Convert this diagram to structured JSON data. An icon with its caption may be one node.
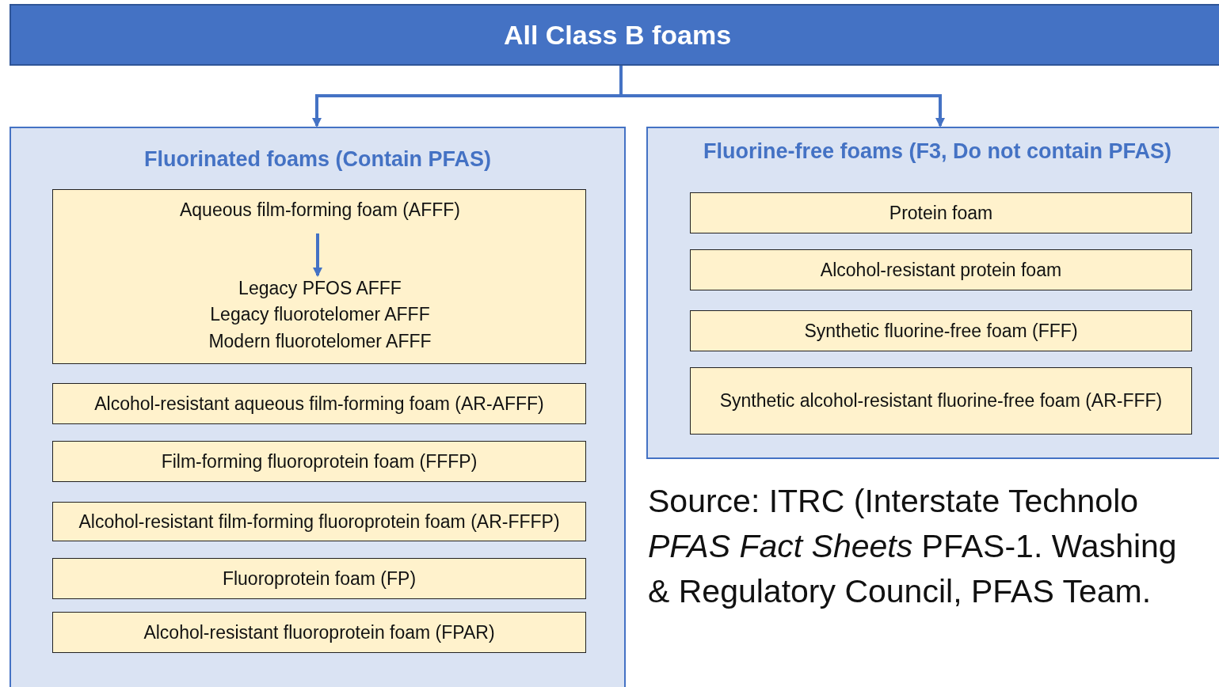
{
  "diagram": {
    "nodes": [
      {
        "text": [
          "All Class B foams"
        ]
      },
      {
        "text": [
          "Fluorinated foams (Contain PFAS)"
        ]
      },
      {
        "text": [],
        "shape": "box",
        "in": 1
      },
      {
        "text": [
          "Aqueous film-forming foam (AFFF)"
        ],
        "in": 2
      },
      {
        "text": [
          "Legacy PFOS AFFF",
          "Legacy fluorotelomer AFFF",
          "Modern fluorotelomer AFFF"
        ],
        "in": 2
      },
      {
        "text": [
          "Alcohol-resistant aqueous film-forming foam (AR-AFFF)"
        ],
        "in": 1
      },
      {
        "text": [
          "Film-forming fluoroprotein foam (FFFP)"
        ],
        "in": 1
      },
      {
        "text": [
          "Alcohol-resistant film-forming fluoroprotein foam (AR-FFFP)"
        ],
        "in": 1
      },
      {
        "text": [
          "Fluoroprotein foam (FP)"
        ],
        "in": 1
      },
      {
        "text": [
          "Alcohol-resistant fluoroprotein foam (FPAR)"
        ],
        "in": 1
      },
      {
        "text": [
          "Fluorine-free foams (F3, Do not contain PFAS)"
        ]
      },
      {
        "text": [
          "Protein foam"
        ],
        "in": 10
      },
      {
        "text": [
          "Alcohol-resistant protein foam"
        ],
        "in": 10
      },
      {
        "text": [
          "Synthetic fluorine-free foam (FFF)"
        ],
        "in": 10
      },
      {
        "text": [
          "Synthetic alcohol-resistant fluorine-free foam (AR-FFF)"
        ],
        "in": 10
      }
    ],
    "edges": [
      {
        "from": 0,
        "to": 1,
        "arrow": "to"
      },
      {
        "from": 0,
        "to": 10,
        "arrow": "to"
      },
      {
        "from": 3,
        "to": 4,
        "arrow": "to"
      }
    ],
    "labels": [
      "Source: ITRC (Interstate Technolo",
      "*PFAS Fact Sheets* PFAS-1. Washing",
      "& Regulatory Council, PFAS Team."
    ]
  }
}
